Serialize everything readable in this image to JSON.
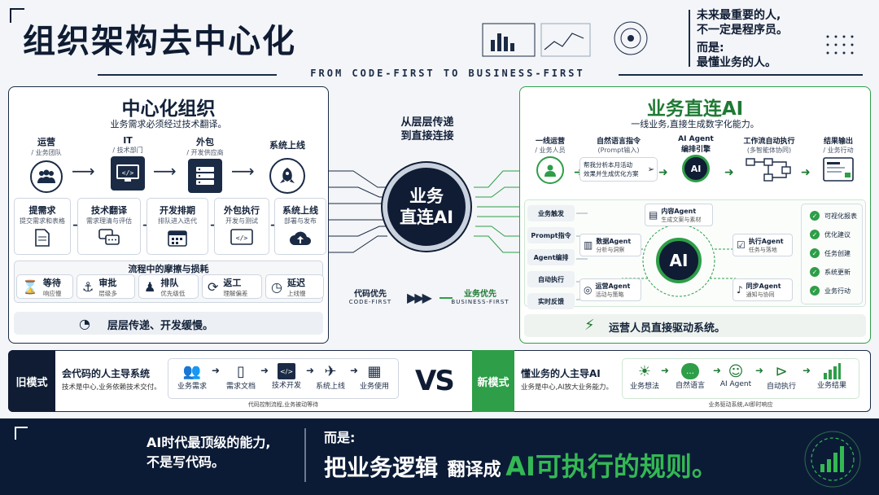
{
  "header": {
    "title": "组织架构去中心化",
    "subtitle": "FROM CODE-FIRST TO BUSINESS-FIRST",
    "quote_line1": "未来最重要的人,",
    "quote_line2": "不一定是程序员。",
    "quote_line3": "而是:",
    "quote_line4": "最懂业务的人。"
  },
  "left": {
    "title": "中心化组织",
    "sub": "业务需求必须经过技术翻译。",
    "roles": [
      {
        "t": "运营",
        "s": "/ 业务团队"
      },
      {
        "t": "IT",
        "s": "/ 技术部门"
      },
      {
        "t": "外包",
        "s": "/ 开发供应商"
      },
      {
        "t": "系统上线",
        "s": ""
      }
    ],
    "steps": [
      {
        "t": "提需求",
        "s": "提交需求和表格"
      },
      {
        "t": "技术翻译",
        "s": "需求理清与评估"
      },
      {
        "t": "开发排期",
        "s": "排队进入迭代"
      },
      {
        "t": "外包执行",
        "s": "开发与测试"
      },
      {
        "t": "系统上线",
        "s": "部署与发布"
      }
    ],
    "friction_title": "流程中的摩擦与损耗",
    "friction": [
      {
        "t": "等待",
        "s": "响应慢"
      },
      {
        "t": "审批",
        "s": "层级多"
      },
      {
        "t": "排队",
        "s": "优先级低"
      },
      {
        "t": "返工",
        "s": "理解偏差"
      },
      {
        "t": "延迟",
        "s": "上线慢"
      }
    ],
    "footer": "层层传递、开发缓慢。"
  },
  "middle": {
    "top_line1": "从层层传递",
    "top_line2": "到直接连接",
    "center_line1": "业务",
    "center_line2": "直连AI",
    "from_t": "代码优先",
    "from_s": "CODE-FIRST",
    "to_t": "业务优先",
    "to_s": "BUSINESS-FIRST"
  },
  "right": {
    "title": "业务直连AI",
    "sub": "一线业务,直接生成数字化能力。",
    "flow": [
      {
        "t": "一线运营",
        "s": "/ 业务人员"
      },
      {
        "t": "自然语言指令",
        "s": "(Prompt输入)"
      },
      {
        "t": "AI Agent",
        "s": "编排引擎"
      },
      {
        "t": "工作流自动执行",
        "s": "(多智能体协同)"
      },
      {
        "t": "结果输出",
        "s": "/ 业务行动"
      }
    ],
    "prompt_line1": "帮我分析本月活动",
    "prompt_line2": "效果并生成优化方案",
    "chips": [
      "业务触发",
      "Prompt指令",
      "Agent编排",
      "自动执行",
      "实时反馈"
    ],
    "core": "AI",
    "agents": [
      {
        "t": "内容Agent",
        "s": "生成文案与素材"
      },
      {
        "t": "数据Agent",
        "s": "分析与洞察"
      },
      {
        "t": "执行Agent",
        "s": "任务与落地"
      },
      {
        "t": "运营Agent",
        "s": "活动与策略"
      },
      {
        "t": "同步Agent",
        "s": "通知与协同"
      }
    ],
    "outputs": [
      "可视化报表",
      "优化建议",
      "任务创建",
      "系统更新",
      "业务行动"
    ],
    "footer": "运营人员直接驱动系统。"
  },
  "compare": {
    "old_tag": "旧模式",
    "old_title": "会代码的人主导系统",
    "old_sub": "技术是中心,业务依赖技术交付。",
    "old_steps": [
      "业务需求",
      "需求文档",
      "技术开发",
      "系统上线",
      "业务使用"
    ],
    "old_note": "代码控制流程,业务被动等待",
    "vs": "VS",
    "new_tag": "新模式",
    "new_title": "懂业务的人主导AI",
    "new_sub": "业务是中心,AI放大业务能力。",
    "new_steps": [
      "业务想法",
      "自然语言",
      "AI Agent",
      "自动执行",
      "业务结果"
    ],
    "new_note": "业务驱动系统,AI即时响应"
  },
  "bottom": {
    "l1": "AI时代最顶级的能力,",
    "l2": "不是写代码。",
    "r1": "而是:",
    "r2a": "把业务逻辑",
    "r2b": "翻译成",
    "r2c": "AI可执行的规则。"
  }
}
